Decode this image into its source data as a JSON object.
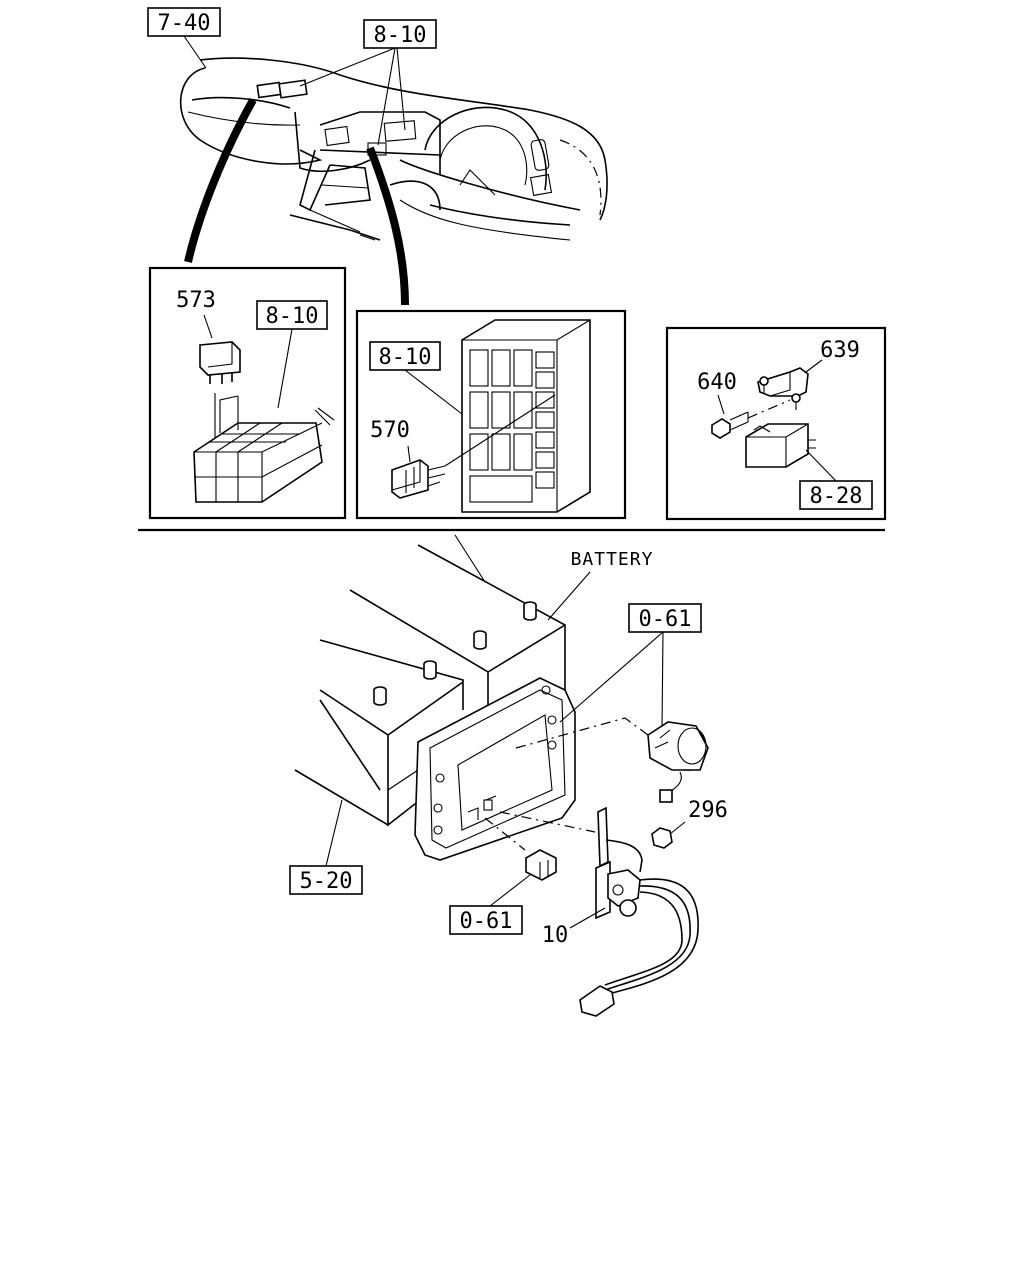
{
  "callouts": {
    "dash_ref": "7-40",
    "dash_fusebox_ref": "8-10",
    "relay_part": "573",
    "relay_box_ref": "8-10",
    "fusebox_ref": "8-10",
    "fusebox_part": "570",
    "bracket_part": "639",
    "bolt_part": "640",
    "module_ref": "8-28",
    "battery_label": "BATTERY",
    "battery_switch_ref": "0-61",
    "nut_part": "296",
    "battery_tray_ref": "5-20",
    "connector_ref": "0-61",
    "switch_part": "10"
  }
}
